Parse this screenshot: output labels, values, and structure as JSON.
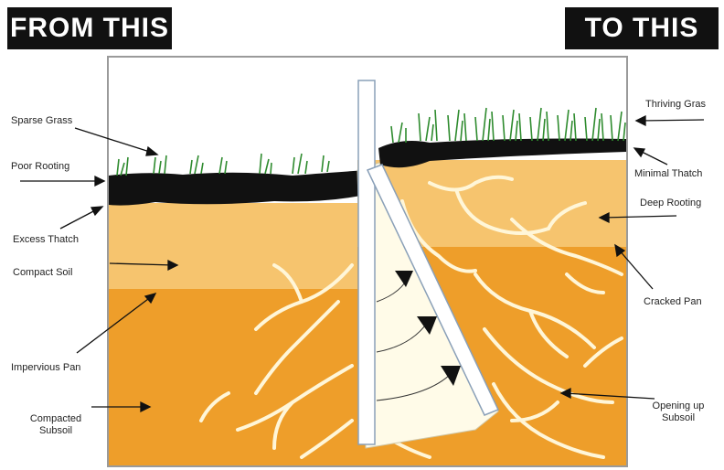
{
  "banner": {
    "left": "FROM THIS",
    "right": "TO THIS"
  },
  "labels_left": {
    "sparse_grass": "Sparse Grass",
    "poor_rooting": "Poor Rooting",
    "excess_thatch": "Excess Thatch",
    "compact_soil": "Compact Soil",
    "impervious_pan": "Impervious Pan",
    "compacted_subsoil": "Compacted Subsoil"
  },
  "labels_right": {
    "thriving_grass": "Thriving Gras",
    "minimal_thatch": "Minimal Thatch",
    "deep_rooting": "Deep Rooting",
    "cracked_pan": "Cracked Pan",
    "opening_subsoil": "Opening up Subsoil"
  },
  "colors": {
    "topsoil": "#F6C46E",
    "subsoil": "#EE9E2A",
    "thatch": "#111111",
    "grass": "#2E8B2E",
    "root": "#FFF6D8",
    "tine": "#FFFBE8"
  }
}
